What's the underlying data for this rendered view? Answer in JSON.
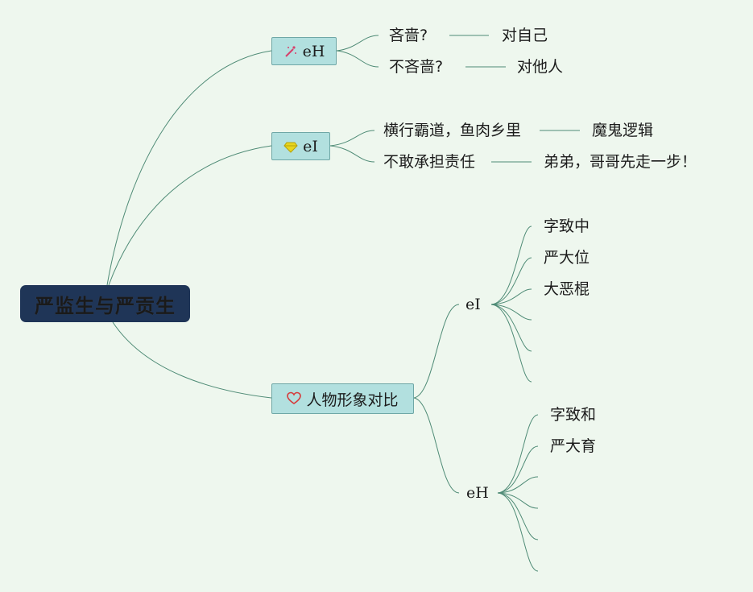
{
  "root": {
    "title": "严监生与严贡生"
  },
  "branches": [
    {
      "label": "eH",
      "icon": "magic-wand-icon",
      "items": [
        {
          "text": "吝啬?",
          "detail": "对自己"
        },
        {
          "text": "不吝啬?",
          "detail": "对他人"
        }
      ]
    },
    {
      "label": "eI",
      "icon": "diamond-gem-icon",
      "items": [
        {
          "text": "横行霸道，鱼肉乡里",
          "detail": "魔鬼逻辑"
        },
        {
          "text": "不敢承担责任",
          "detail": "弟弟，哥哥先走一步！"
        }
      ]
    },
    {
      "label": "人物形象对比",
      "icon": "heart-icon",
      "groups": [
        {
          "label": "eI",
          "items": [
            "字致中",
            "严大位",
            "大恶棍",
            "",
            "",
            ""
          ]
        },
        {
          "label": "eH",
          "items": [
            "字致和",
            "严大育",
            "",
            "",
            "",
            ""
          ]
        }
      ]
    }
  ],
  "colors": {
    "background": "#eef7ee",
    "root_fill": "#1f3557",
    "topic_fill": "#b2e0df",
    "topic_border": "#6fa7a6",
    "connector": "#4f8b76",
    "heart": "#d63a3a",
    "gem": "#e8d51e",
    "wand": "#d6406b"
  }
}
